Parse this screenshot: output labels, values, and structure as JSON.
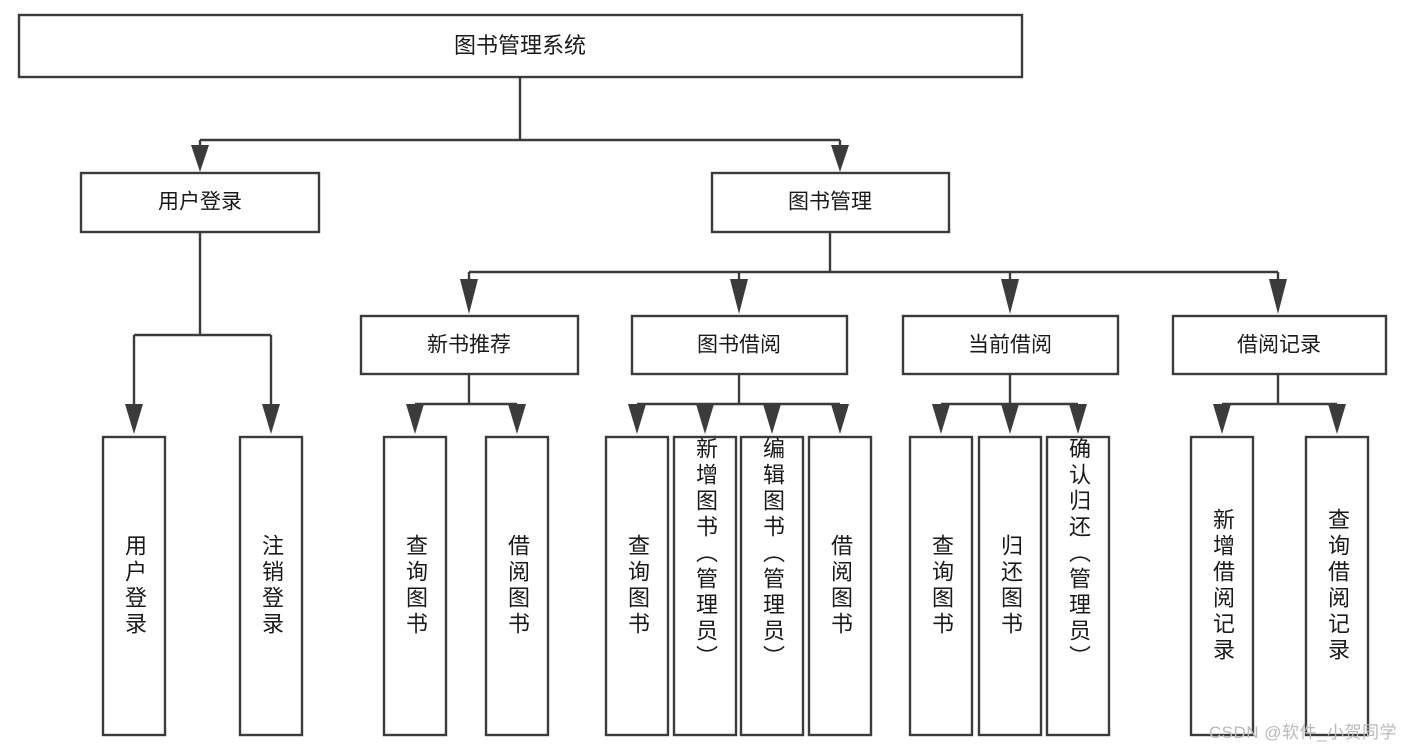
{
  "diagram": {
    "title": "图书管理系统",
    "type": "tree",
    "watermark": "CSDN @软件_小贺同学",
    "colors": {
      "stroke": "#3b3b3b",
      "box_fill": "#ffffff",
      "text": "#1a1a1a",
      "watermark": "#b9b9b9",
      "background": "#ffffff"
    },
    "root": {
      "label": "图书管理系统"
    },
    "level2": [
      {
        "label": "用户登录"
      },
      {
        "label": "图书管理"
      }
    ],
    "level3": [
      {
        "label": "新书推荐"
      },
      {
        "label": "图书借阅"
      },
      {
        "label": "当前借阅"
      },
      {
        "label": "借阅记录"
      }
    ],
    "leaves": {
      "user_login": [
        {
          "label": "用户登录"
        },
        {
          "label": "注销登录"
        }
      ],
      "new_book_recommend": [
        {
          "label": "查询图书"
        },
        {
          "label": "借阅图书"
        }
      ],
      "book_borrow": [
        {
          "label": "查询图书"
        },
        {
          "label": "新增图书（管理员）"
        },
        {
          "label": "编辑图书（管理员）"
        },
        {
          "label": "借阅图书"
        }
      ],
      "current_borrow": [
        {
          "label": "查询图书"
        },
        {
          "label": "归还图书"
        },
        {
          "label": "确认归还（管理员）"
        }
      ],
      "borrow_records": [
        {
          "label": "新增借阅记录"
        },
        {
          "label": "查询借阅记录"
        }
      ]
    }
  }
}
